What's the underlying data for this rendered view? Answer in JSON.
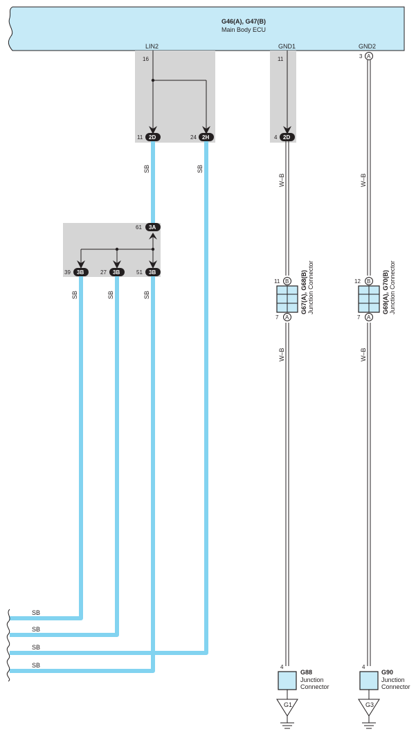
{
  "ecu": {
    "title": "G46(A), G47(B)",
    "subtitle": "Main Body ECU",
    "terminals": {
      "lin2": "LIN2",
      "gnd1": "GND1",
      "gnd2": "GND2"
    },
    "pins": {
      "lin2": "16",
      "gnd1": "11",
      "gnd2": "3",
      "gnd2_conn": "A"
    }
  },
  "colors": {
    "ecu_fill": "#c6eaf7",
    "sb_wire": "#82d3f0",
    "splice_box": "#d5d5d5",
    "outline": "#231f20"
  },
  "connectors": {
    "c2d_a": {
      "pin": "11",
      "label": "2D"
    },
    "c2h": {
      "pin": "24",
      "label": "2H"
    },
    "c2d_b": {
      "pin": "4",
      "label": "2D"
    },
    "c3a": {
      "pin": "61",
      "label": "3A"
    },
    "c3b_1": {
      "pin": "39",
      "label": "3B"
    },
    "c3b_2": {
      "pin": "27",
      "label": "3B"
    },
    "c3b_3": {
      "pin": "51",
      "label": "3B"
    }
  },
  "wires": {
    "sb1": "SB",
    "sb2": "SB",
    "sb3": "SB",
    "sb4": "SB",
    "sb5": "SB",
    "sb_out1": "SB",
    "sb_out2": "SB",
    "sb_out3": "SB",
    "sb_out4": "SB",
    "wb1": "W–B",
    "wb2": "W–B",
    "wb3": "W–B",
    "wb4": "W–B"
  },
  "junction_1": {
    "title": "G67(A), G68(B)",
    "subtitle": "Junction Connector",
    "top_pin": "11",
    "top_conn": "B",
    "bottom_pin": "7",
    "bottom_conn": "A"
  },
  "junction_2": {
    "title": "G69(A), G70(B)",
    "subtitle": "Junction Connector",
    "top_pin": "12",
    "top_conn": "B",
    "bottom_pin": "7",
    "bottom_conn": "A"
  },
  "g88": {
    "title": "G88",
    "line1": "Junction",
    "line2": "Connector",
    "pin": "4",
    "ground": "G1"
  },
  "g90": {
    "title": "G90",
    "line1": "Junction",
    "line2": "Connector",
    "pin": "4",
    "ground": "G3"
  }
}
